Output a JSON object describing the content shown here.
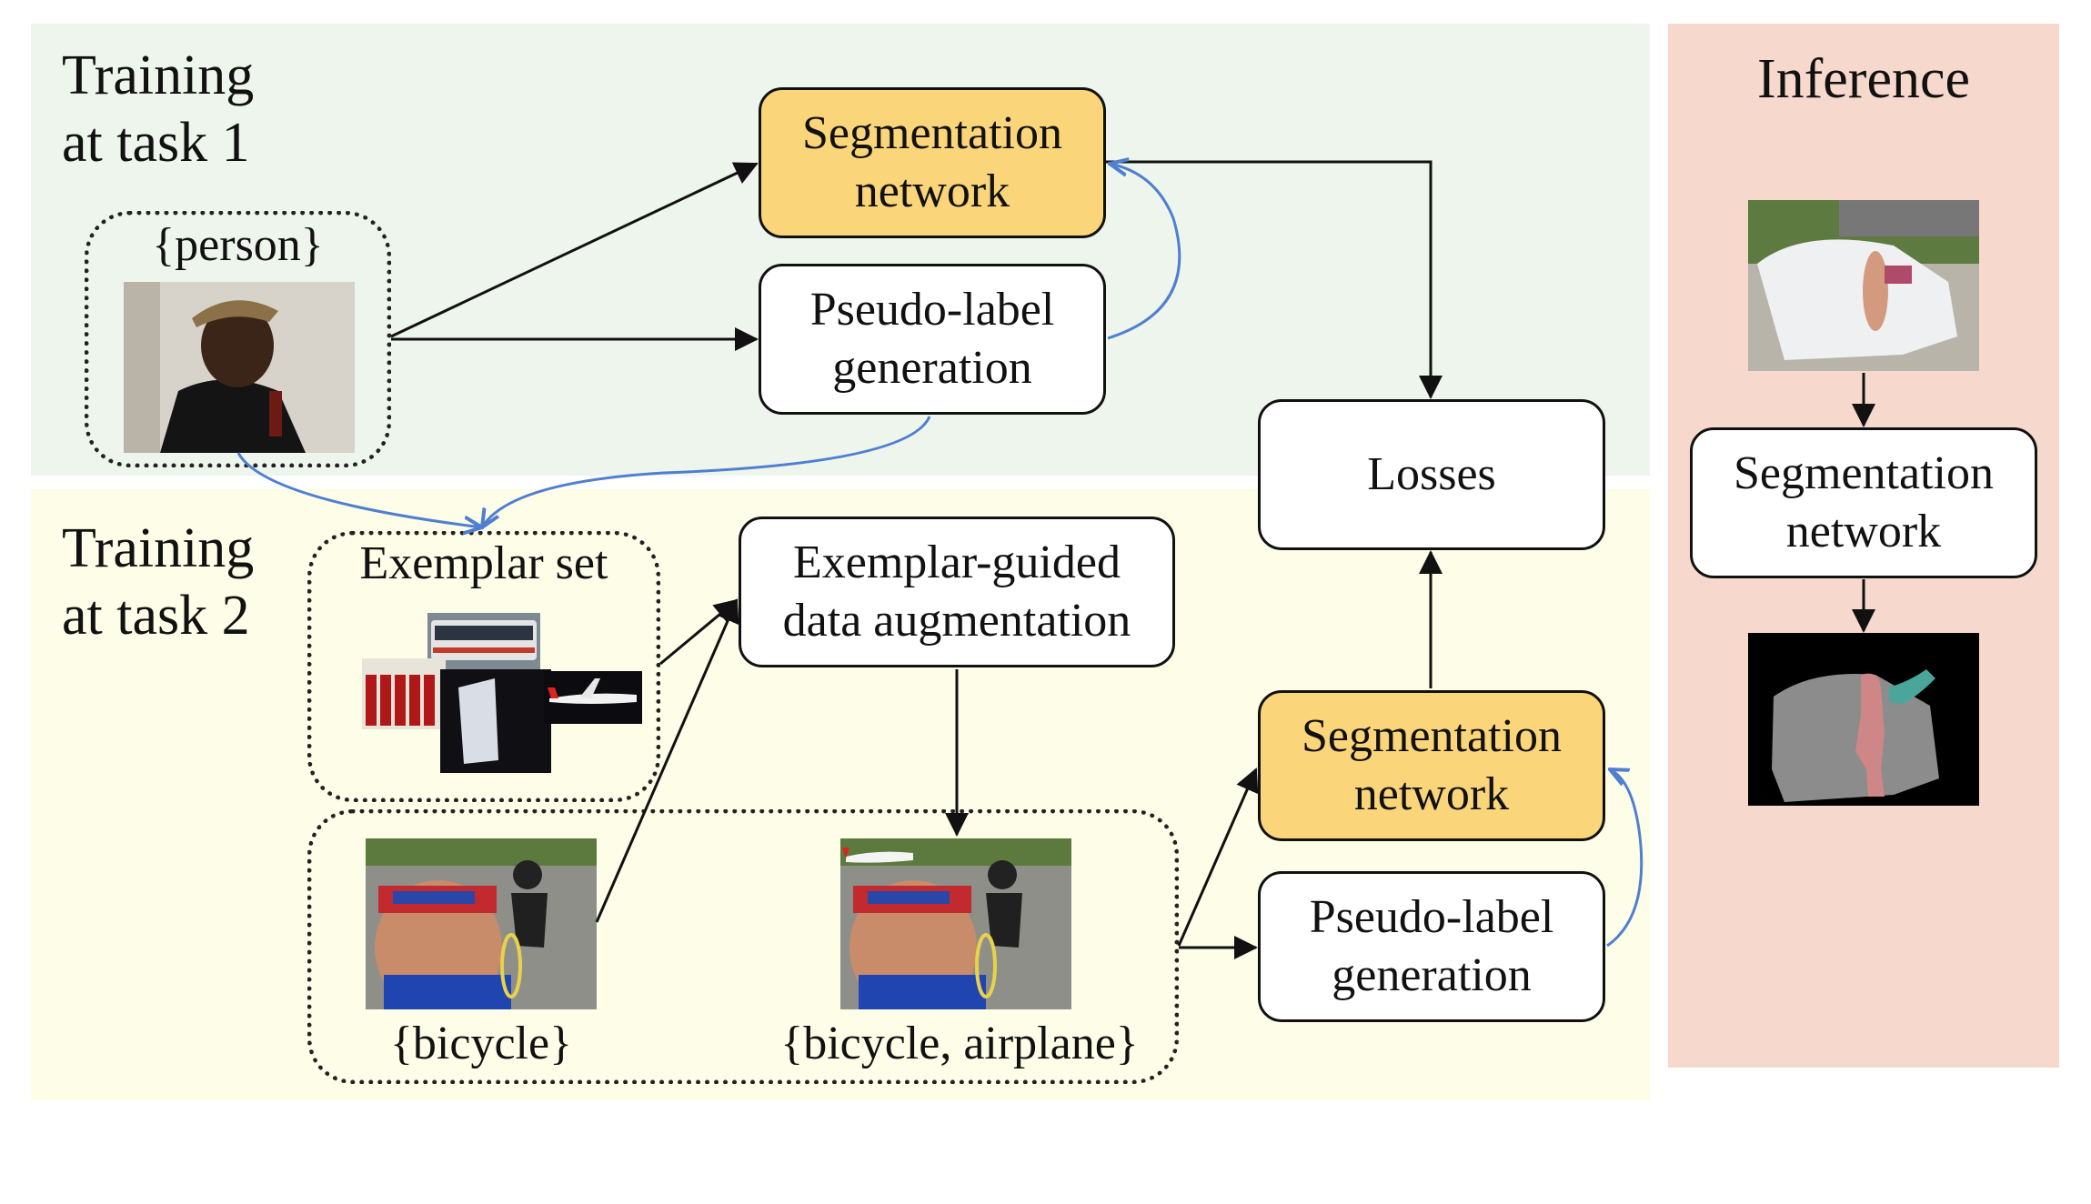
{
  "task1": {
    "title": "Training\nat task 1"
  },
  "task2": {
    "title": "Training\nat task 2"
  },
  "inference": {
    "title": "Inference",
    "seg_network": "Segmentation\nnetwork"
  },
  "boxes": {
    "seg_network_1": "Segmentation\nnetwork",
    "pseudo_label_1": "Pseudo-label\ngeneration",
    "losses": "Losses",
    "exemplar_aug": "Exemplar-guided\ndata augmentation",
    "seg_network_2": "Segmentation\nnetwork",
    "pseudo_label_2": "Pseudo-label\ngeneration"
  },
  "labels": {
    "person": "{person}",
    "exemplar_set": "Exemplar set",
    "bicycle": "{bicycle}",
    "bicycle_airplane": "{bicycle, airplane}"
  },
  "colors": {
    "task1_bg": "#eef5ec",
    "task2_bg": "#fdfde8",
    "inference_bg": "#f6d9cc",
    "seg_box": "#fbd57a",
    "blue_arrow": "#4f7fd0",
    "black_arrow": "#111111"
  }
}
